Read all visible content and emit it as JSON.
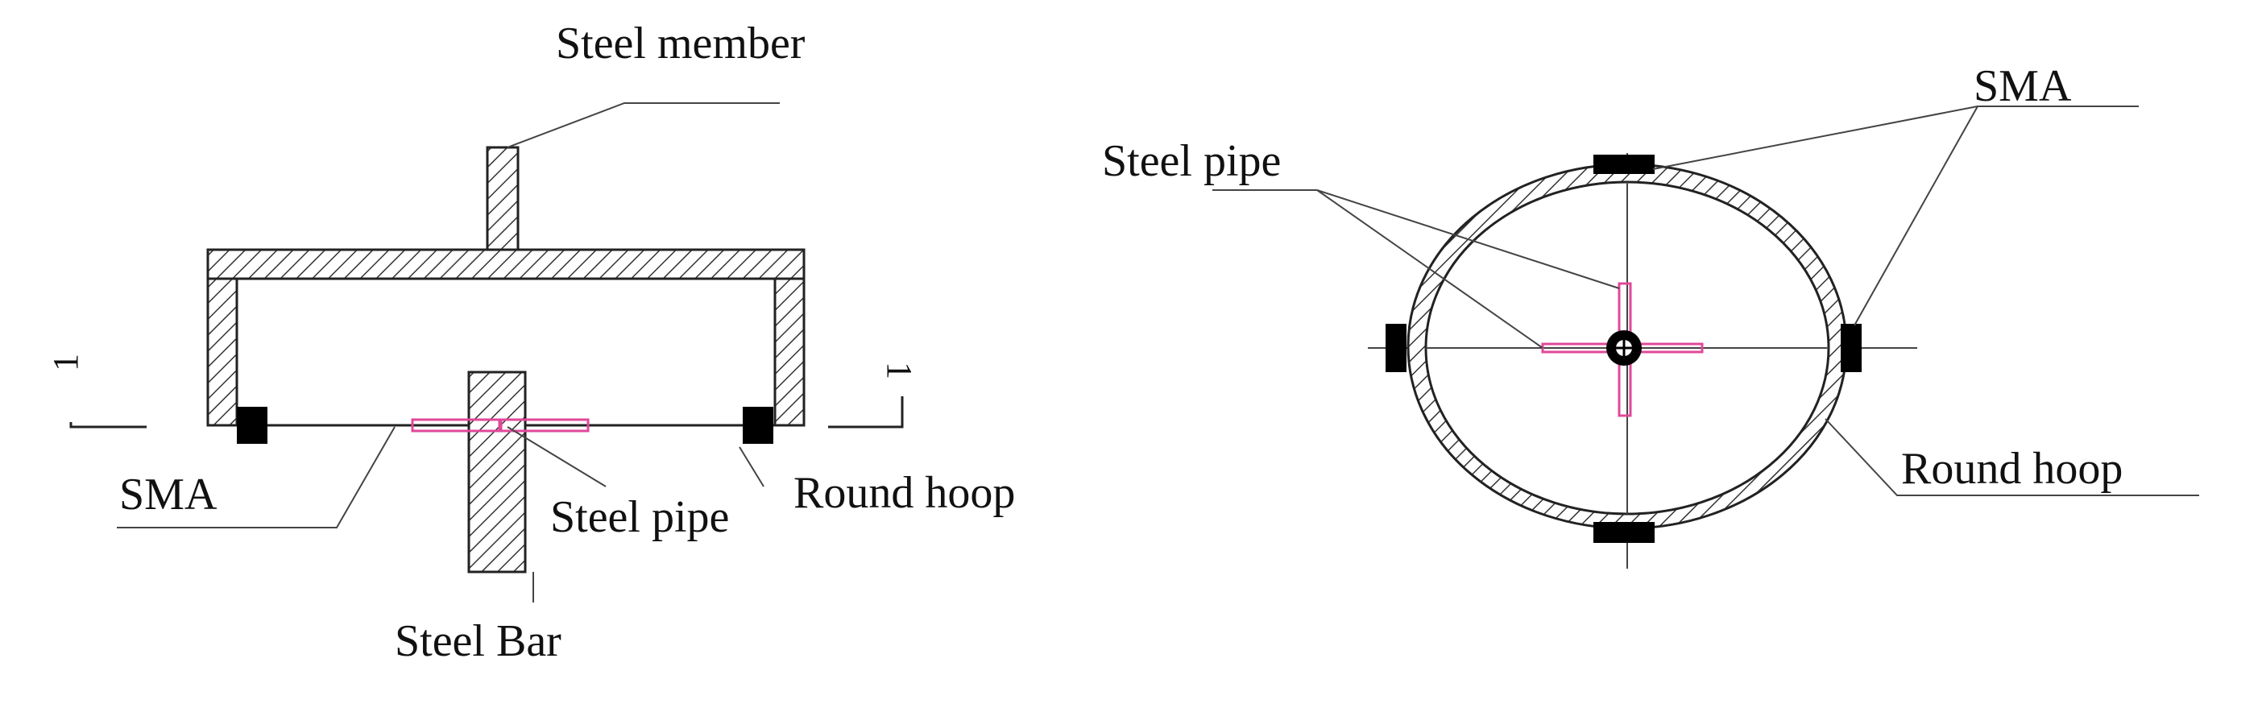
{
  "colors": {
    "line": "#222222",
    "hatch": "#333333",
    "sma_block": "#000000",
    "steel_pipe": "#e0489a",
    "background": "#ffffff"
  },
  "left_view": {
    "steel_member_label": "Steel member",
    "sma_label": "SMA",
    "steel_pipe_label": "Steel pipe",
    "round_hoop_label": "Round hoop",
    "steel_bar_label": "Steel Bar",
    "section_mark_left": "1",
    "section_mark_right": "1"
  },
  "right_view": {
    "steel_pipe_label": "Steel pipe",
    "sma_label": "SMA",
    "round_hoop_label": "Round hoop"
  }
}
